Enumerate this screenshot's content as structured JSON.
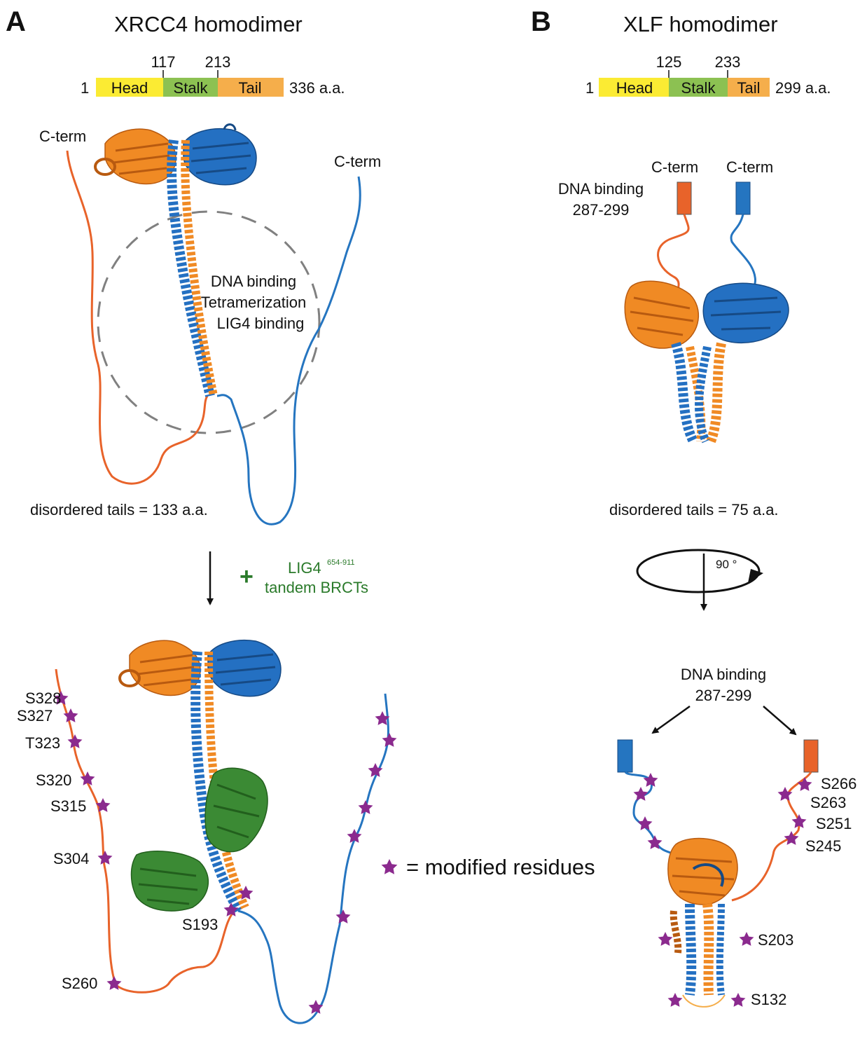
{
  "colors": {
    "chain_a": "#e8632a",
    "chain_b": "#2575c0",
    "helix_orange": "#f08a24",
    "helix_blue": "#2470c2",
    "lig4": "#3b8a34",
    "star": "#8b2a8e",
    "head": "#fbeb33",
    "stalk": "#8cc152",
    "tail": "#f5ae4b",
    "dashed": "#808080",
    "green_text": "#2a7a2a"
  },
  "panel_a": {
    "letter": "A",
    "title": "XRCC4 homodimer",
    "domains": {
      "start": "1",
      "end": "336 a.a.",
      "head": "Head",
      "stalk": "Stalk",
      "tail": "Tail",
      "boundary1": "117",
      "boundary2": "213"
    },
    "cterm_left": "C-term",
    "cterm_right": "C-term",
    "region_functions": [
      "DNA binding",
      "Tetramerization",
      "LIG4 binding"
    ],
    "disordered": "disordered tails = 133 a.a.",
    "plus": "+",
    "lig4_name": "LIG4",
    "lig4_superscript": "654-911",
    "lig4_sub": "tandem BRCTs",
    "sites": [
      "S328",
      "S327",
      "T323",
      "S320",
      "S315",
      "S304",
      "S260",
      "S193"
    ]
  },
  "panel_b": {
    "letter": "B",
    "title": "XLF homodimer",
    "domains": {
      "start": "1",
      "end": "299 a.a.",
      "head": "Head",
      "stalk": "Stalk",
      "tail": "Tail",
      "boundary1": "125",
      "boundary2": "233"
    },
    "cterm_left": "C-term",
    "cterm_right": "C-term",
    "dna_binding_top": [
      "DNA binding",
      "287-299"
    ],
    "disordered": "disordered  tails = 75 a.a.",
    "rotation": "90 °",
    "dna_binding_bottom": [
      "DNA binding",
      "287-299"
    ],
    "sites": [
      "S266",
      "S263",
      "S251",
      "S245",
      "S203",
      "S132"
    ]
  },
  "legend": {
    "text": "= modified residues"
  }
}
